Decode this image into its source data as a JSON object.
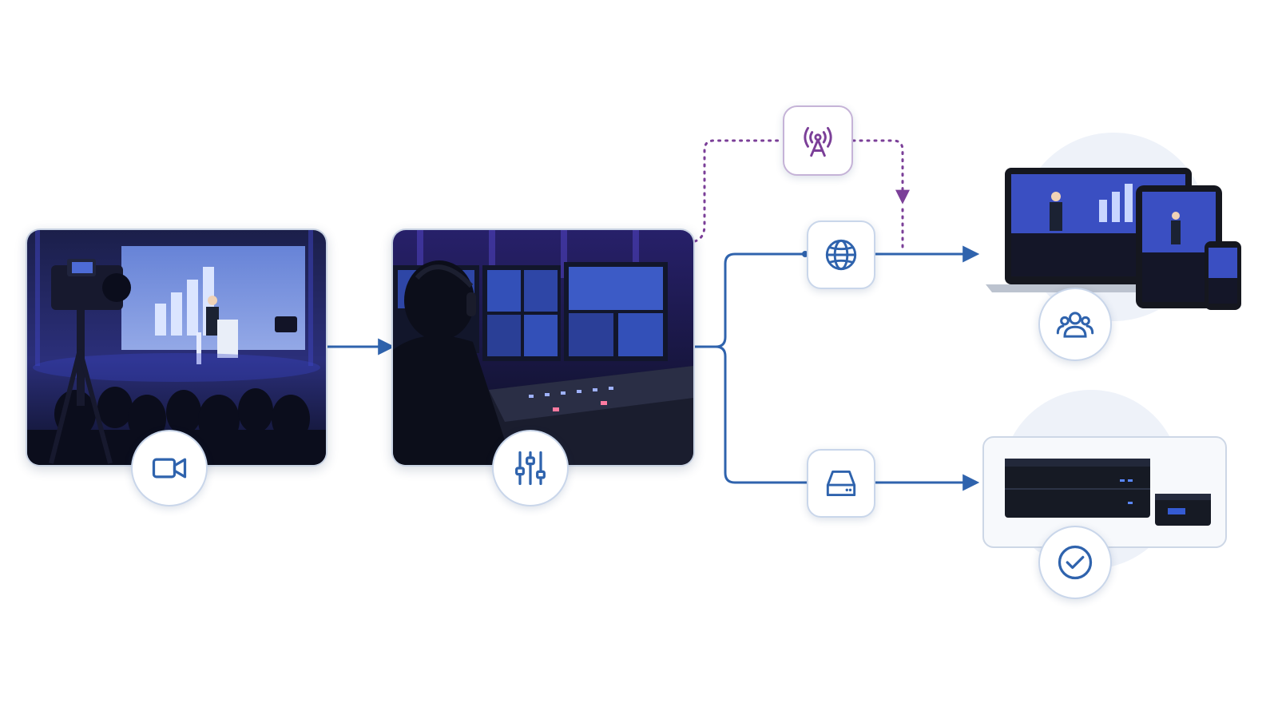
{
  "diagram": {
    "colors": {
      "flow": "#2f63ad",
      "wireless": "#7b3f98",
      "badge_border": "#c9d6ea",
      "halo": "#eef2f9"
    },
    "nodes": [
      {
        "id": "event-capture",
        "image": "conference-stage-with-camera",
        "icon": "video-camera-icon"
      },
      {
        "id": "production",
        "image": "broadcast-control-room",
        "icon": "mixer-sliders-icon"
      },
      {
        "id": "wireless-transmit",
        "icon": "broadcast-antenna-icon"
      },
      {
        "id": "internet-stream",
        "icon": "globe-icon"
      },
      {
        "id": "local-storage",
        "icon": "hard-drive-icon"
      },
      {
        "id": "viewer-devices",
        "image": "laptop-tablet-phone",
        "icon": "audience-icon"
      },
      {
        "id": "recording-hardware",
        "image": "recorder-units",
        "icon": "check-circle-icon"
      }
    ],
    "edges": [
      {
        "from": "event-capture",
        "to": "production",
        "style": "solid"
      },
      {
        "from": "production",
        "to": "internet-stream",
        "style": "solid"
      },
      {
        "from": "production",
        "to": "local-storage",
        "style": "solid"
      },
      {
        "from": "internet-stream",
        "to": "viewer-devices",
        "style": "solid"
      },
      {
        "from": "local-storage",
        "to": "recording-hardware",
        "style": "solid"
      },
      {
        "from": "production",
        "to": "wireless-transmit",
        "style": "dotted"
      },
      {
        "from": "wireless-transmit",
        "to": "internet-stream",
        "style": "dotted"
      }
    ]
  }
}
